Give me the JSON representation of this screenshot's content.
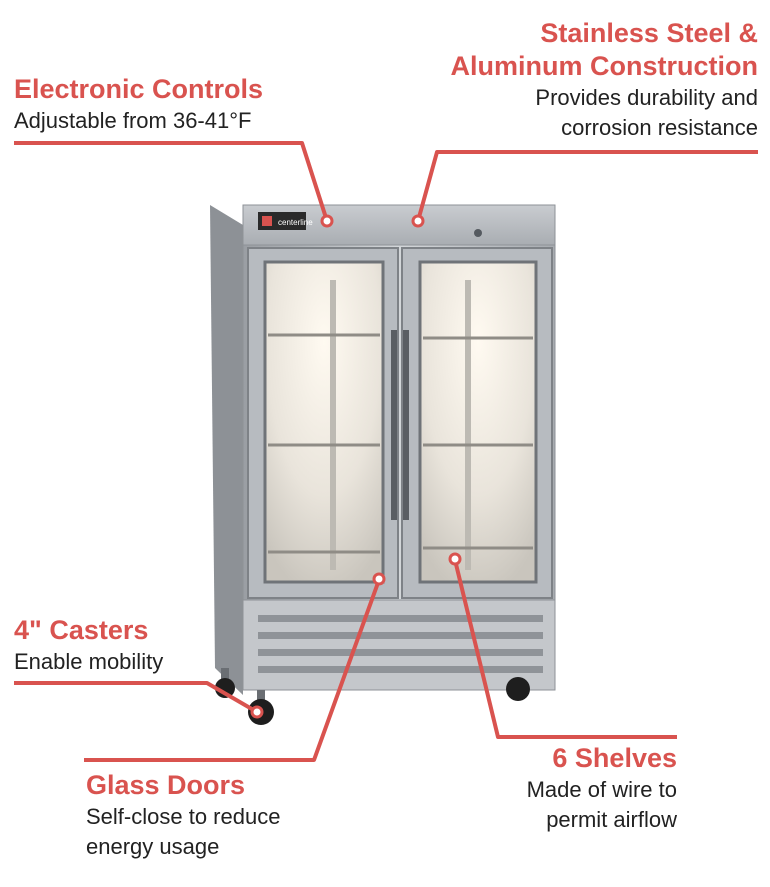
{
  "accent_color": "#d9534f",
  "text_color": "#222222",
  "callouts": {
    "electronic_controls": {
      "title": "Electronic Controls",
      "desc": [
        "Adjustable from 36-41°F"
      ]
    },
    "stainless_steel": {
      "title": [
        "Stainless Steel &",
        "Aluminum Construction"
      ],
      "desc": [
        "Provides durability and",
        "corrosion resistance"
      ]
    },
    "casters": {
      "title": "4\" Casters",
      "desc": [
        "Enable mobility"
      ]
    },
    "glass_doors": {
      "title": "Glass Doors",
      "desc": [
        "Self-close to reduce",
        "energy usage"
      ]
    },
    "shelves": {
      "title": "6 Shelves",
      "desc": [
        "Made of wire to",
        "permit airflow"
      ]
    }
  },
  "product": {
    "brand_label": "centerline"
  }
}
